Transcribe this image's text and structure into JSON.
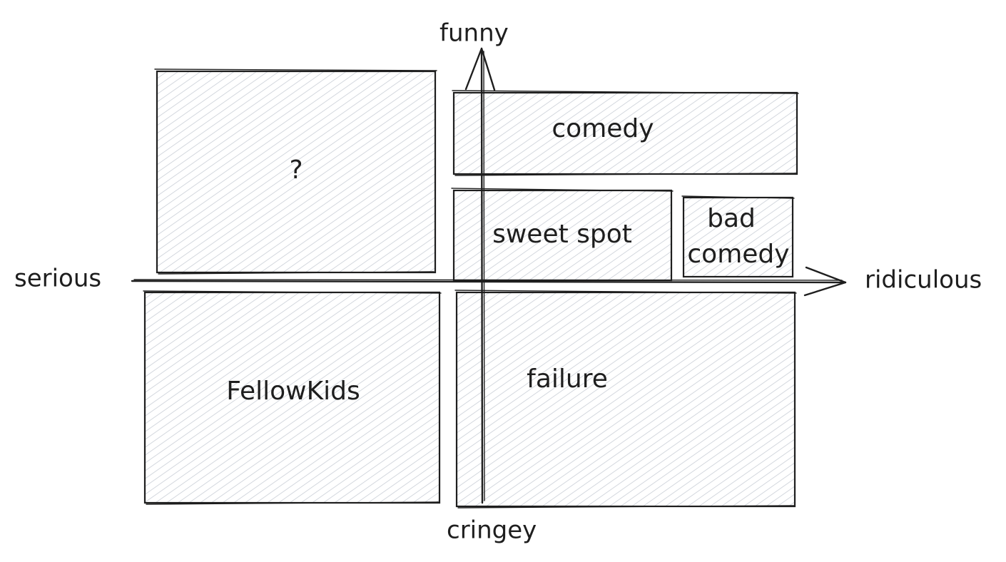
{
  "axes": {
    "top": "funny",
    "bottom": "cringey",
    "left": "serious",
    "right": "ridiculous"
  },
  "regions": {
    "unknown": "?",
    "comedy": "comedy",
    "sweet_spot": "sweet spot",
    "bad_comedy_line1": "bad",
    "bad_comedy_line2": "comedy",
    "fellowkids": "FellowKids",
    "failure": "failure"
  },
  "colors": {
    "stroke": "#1e1e1e",
    "hatch": "#c9ced6",
    "background": "#ffffff"
  }
}
